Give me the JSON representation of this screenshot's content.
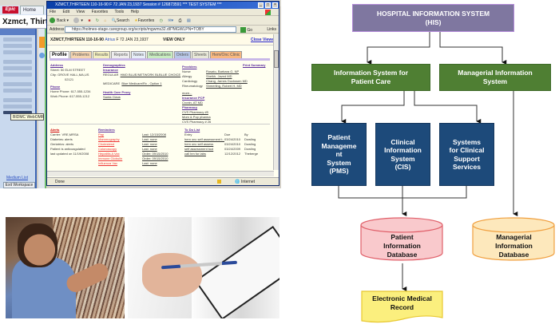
{
  "emr_screenshot": {
    "epic": {
      "logo": "Epic",
      "home_tab": "Home",
      "patient_name": "Xzmct, Thirt",
      "sidebar_tooltip": "BIDMC WebOMR",
      "sidebar_link": "Medium List",
      "exit_button": "Exit Workspace"
    },
    "browser": {
      "title": "XZMCT,THIRTEEN 110-16-90 F 72 JAN 23,1937   Session # 126873591      *** TEST SYSTEM ***",
      "menu": [
        "File",
        "Edit",
        "View",
        "Favorites",
        "Tools",
        "Help"
      ],
      "toolbar": [
        "Back",
        "Search",
        "Favorites"
      ],
      "address_label": "Address",
      "address_value": "https://holmes-stage.caregroup.org/scripts/mgwms32.dll?MGWLPN=TOBY",
      "go_label": "Go",
      "links_label": "Links",
      "status_text": "Done",
      "zone_text": "Internet"
    },
    "patient_header": {
      "name": "XZMCT,THIRTEEN 110-16-90",
      "age_link": "Atrius",
      "demo": "F 72  JAN 23,1937",
      "view_only": "VIEW ONLY",
      "close_viewer": "Close Viewer"
    },
    "tabs": [
      {
        "label": "Profile",
        "color": "#ffffff",
        "active": true
      },
      {
        "label": "Problems",
        "color": "#f5d5b0",
        "active": false
      },
      {
        "label": "Results",
        "color": "#f4f0c0",
        "active": false
      },
      {
        "label": "Reports",
        "color": "#eeeeee",
        "active": false
      },
      {
        "label": "Notes",
        "color": "#e6eef8",
        "active": false
      },
      {
        "label": "Medications",
        "color": "#c8ecc0",
        "active": false
      },
      {
        "label": "Orders",
        "color": "#b8c8e8",
        "active": false
      },
      {
        "label": "Sheets",
        "color": "#e8e8d8",
        "active": false
      },
      {
        "label": "Hem/Onc Clinic",
        "color": "#f8b880",
        "active": false
      }
    ],
    "address": {
      "heading": "Address",
      "street": "Street: 50 ELM STREET",
      "city": "City:    GROVE HALL,MA,US",
      "zip": "02121"
    },
    "phone": {
      "heading": "Phone",
      "home": "Home Phone:  617-555-1234",
      "work": "Work Phone:  617-555-1212"
    },
    "demographics": {
      "heading": "Demographics",
      "insurance_heading": "Insurance",
      "regular_label": "REGULAR",
      "regular_value": "HMO BLUE/NETWORK BLBLUE CHOICE",
      "medicare_label": "MEDICARE",
      "medicare_value": "Blue Medicare/Rx - Option 1",
      "proxy_heading": "Health Care Proxy",
      "proxy_value": "Santa Claus"
    },
    "providers": {
      "heading": "Providers",
      "print_summary": "Print Summary",
      "rows": [
        {
          "role": "Nurse",
          "name": "Rosato, Barbara G. NP"
        },
        {
          "role": "Allergy",
          "name": "Sheikh, Javed MD"
        },
        {
          "role": "Cardiology",
          "name": "Chang, James Duckssen MD"
        },
        {
          "role": "Rheumatology",
          "name": "Shmerling, Robert H. MD"
        }
      ],
      "more": "more...",
      "pcp_heading": "Insurance PCP",
      "pcp_value": "Cronin, AT MD",
      "pharmacy_heading": "Pharmacy",
      "pharmacies": [
        "CVS Pharmacy #5",
        "Mom & Pop pharma",
        "CVS Pharmacy # 26"
      ]
    },
    "alerts": {
      "heading": "Alerts",
      "lines": [
        "Carrier: VRE,MRSA",
        "Diabetes: alerts",
        "Geriatrics: alerts",
        "Patient is anticoagulated",
        "last updated on 11/19/2008"
      ]
    },
    "reminders": {
      "heading": "Reminders",
      "items": [
        {
          "name": "Pap",
          "status": "Last: 12/15/2008"
        },
        {
          "name": "Mammography",
          "status": "Last: none"
        },
        {
          "name": "Cholesterol",
          "status": "Last: none"
        },
        {
          "name": "Colonoscopy",
          "status": "Last: none"
        },
        {
          "name": "Hepatitis A Vax",
          "status": "Order: 09/15/2010"
        },
        {
          "name": "Immune Globulin",
          "status": "Order: 09/15/2010"
        },
        {
          "name": "Influenza Vax",
          "status": "Last: none"
        }
      ]
    },
    "todo": {
      "heading": "To Do List",
      "columns": [
        "Entry",
        "Due",
        "By"
      ],
      "rows": [
        {
          "entry": "hem onc self assessment t...",
          "due": "03/24/2010",
          "by": "Dowling"
        },
        {
          "entry": "hem onc self assess",
          "due": "03/24/2010",
          "by": "Dowling"
        },
        {
          "entry": "self assessment tool",
          "due": "03/24/2009",
          "by": "Dowling"
        },
        {
          "entry": "call hm for labs",
          "due": "12/12/2012",
          "by": "Theberge"
        }
      ]
    }
  },
  "photos": [
    {
      "subject": "records-clerk-filing-photo"
    },
    {
      "subject": "clinician-writing-on-clipboard-photo"
    }
  ],
  "diagram": {
    "root": {
      "label": "HOSPITAL INFORMATION SYSTEM\n(HIS)",
      "color": "#7f77a0"
    },
    "level2": [
      {
        "id": "ispc",
        "label": "Information System for\nPatient Care",
        "color": "#4f7f33"
      },
      {
        "id": "mis",
        "label": "Managerial Information\nSystem",
        "color": "#4f7f33"
      }
    ],
    "level3": [
      {
        "id": "pms",
        "label": "Patient\nManageme\nnt\nSystem\n(PMS)",
        "color": "#1d4a7a"
      },
      {
        "id": "cis",
        "label": "Clinical\nInformation\nSystem\n(CIS)",
        "color": "#1d4a7a"
      },
      {
        "id": "scs",
        "label": "Systems\nfor Clinical\nSupport\nServices",
        "color": "#1d4a7a"
      }
    ],
    "databases": [
      {
        "id": "pid",
        "label": "Patient\nInformation\nDatabase",
        "fill": "#f9c9cc",
        "stroke": "#e0606a"
      },
      {
        "id": "mid",
        "label": "Managerial\nInformation\nDatabase",
        "fill": "#fde8bc",
        "stroke": "#f0a040"
      }
    ],
    "document": {
      "id": "emr",
      "label": "Electronic Medical\nRecord",
      "fill": "#fbef7e",
      "stroke": "#e8c830"
    },
    "edges": [
      [
        "root",
        "ispc"
      ],
      [
        "root",
        "mis"
      ],
      [
        "ispc",
        "pms"
      ],
      [
        "ispc",
        "scs"
      ],
      [
        "pms",
        "pid"
      ],
      [
        "cis",
        "pid"
      ],
      [
        "scs",
        "pid"
      ],
      [
        "mis",
        "mid"
      ],
      [
        "pid",
        "emr"
      ]
    ]
  }
}
